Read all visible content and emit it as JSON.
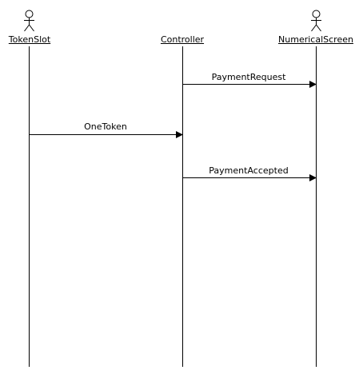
{
  "participants": [
    {
      "id": "tokenslot",
      "label": "TokenSlot",
      "kind": "actor"
    },
    {
      "id": "controller",
      "label": "Controller",
      "kind": "object"
    },
    {
      "id": "numericalscreen",
      "label": "NumericalScreen",
      "kind": "actor"
    }
  ],
  "messages": [
    {
      "from": "controller",
      "to": "numericalscreen",
      "label": "PaymentRequest"
    },
    {
      "from": "tokenslot",
      "to": "controller",
      "label": "OneToken"
    },
    {
      "from": "controller",
      "to": "numericalscreen",
      "label": "PaymentAccepted"
    }
  ],
  "colors": {
    "line": "#000000",
    "background": "#ffffff"
  }
}
